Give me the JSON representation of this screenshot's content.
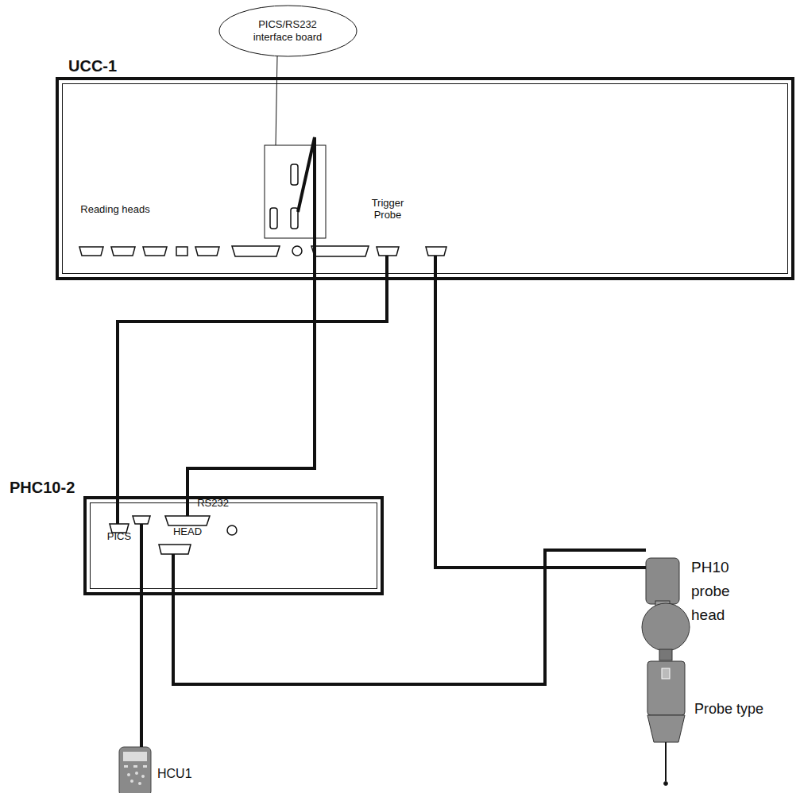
{
  "diagram": {
    "nodes": [
      {
        "text": [
          "PICS/RS232 interface board"
        ]
      },
      {
        "text": [
          "UCC-1"
        ]
      },
      {
        "text": [
          "PHC10-2"
        ]
      },
      {
        "text": [
          "PH10 probe head"
        ]
      },
      {
        "text": [
          "HCU1"
        ]
      }
    ],
    "edges": [
      {
        "from": 1,
        "to": 2,
        "arrow": "none"
      },
      {
        "from": 1,
        "to": 2,
        "arrow": "none"
      },
      {
        "from": 1,
        "to": 3,
        "arrow": "none"
      },
      {
        "from": 2,
        "to": 3,
        "arrow": "none"
      },
      {
        "from": 2,
        "to": 4,
        "arrow": "none"
      }
    ],
    "labels": [
      "Reading heads",
      "Trigger Probe",
      "RS232",
      "HEAD",
      "PICS",
      "Probe type"
    ]
  }
}
